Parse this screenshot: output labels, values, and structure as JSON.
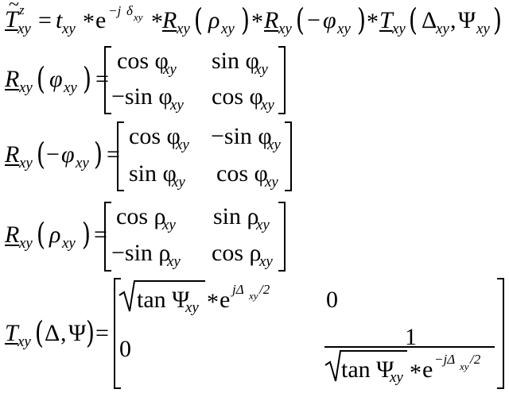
{
  "equations": {
    "eq1": {
      "T": "T",
      "tilde": "~",
      "sup_z": "z",
      "sub_xy": "xy",
      "equals": "=",
      "t": "t",
      "star": "*",
      "e": "e",
      "exp_minus_j": "−j",
      "exp_delta": "δ",
      "exp_sub_xy": "xy",
      "R": "R",
      "rho": "ρ",
      "minus": "−",
      "phi": "φ",
      "Delta": "Δ",
      "comma": ",",
      "Psi": "Ψ",
      "lparen": "(",
      "rparen": ")"
    },
    "eq2": {
      "R": "R",
      "sub_xy": "xy",
      "phi": "φ",
      "equals": "=",
      "m11": "cos φ",
      "m12": "sin φ",
      "m21": "−sin φ",
      "m22": "cos φ"
    },
    "eq3": {
      "R": "R",
      "sub_xy": "xy",
      "minus": "−",
      "phi": "φ",
      "equals": "=",
      "m11": "cos φ",
      "m12": "−sin φ",
      "m21": "sin φ",
      "m22": "cos φ"
    },
    "eq4": {
      "R": "R",
      "sub_xy": "xy",
      "rho": "ρ",
      "equals": "=",
      "m11": "cos ρ",
      "m12": "sin ρ",
      "m21": "−sin ρ",
      "m22": "cos ρ"
    },
    "eq5": {
      "T": "T",
      "sub_xy": "xy",
      "Delta": "Δ",
      "comma": ",",
      "Psi": "Ψ",
      "equals": "=",
      "tan_psi": "tan Ψ",
      "star": "*",
      "e": "e",
      "exp_pos": "jΔ",
      "exp_neg": "−jΔ",
      "exp_over2": "/2",
      "zero": "0",
      "one": "1"
    }
  }
}
